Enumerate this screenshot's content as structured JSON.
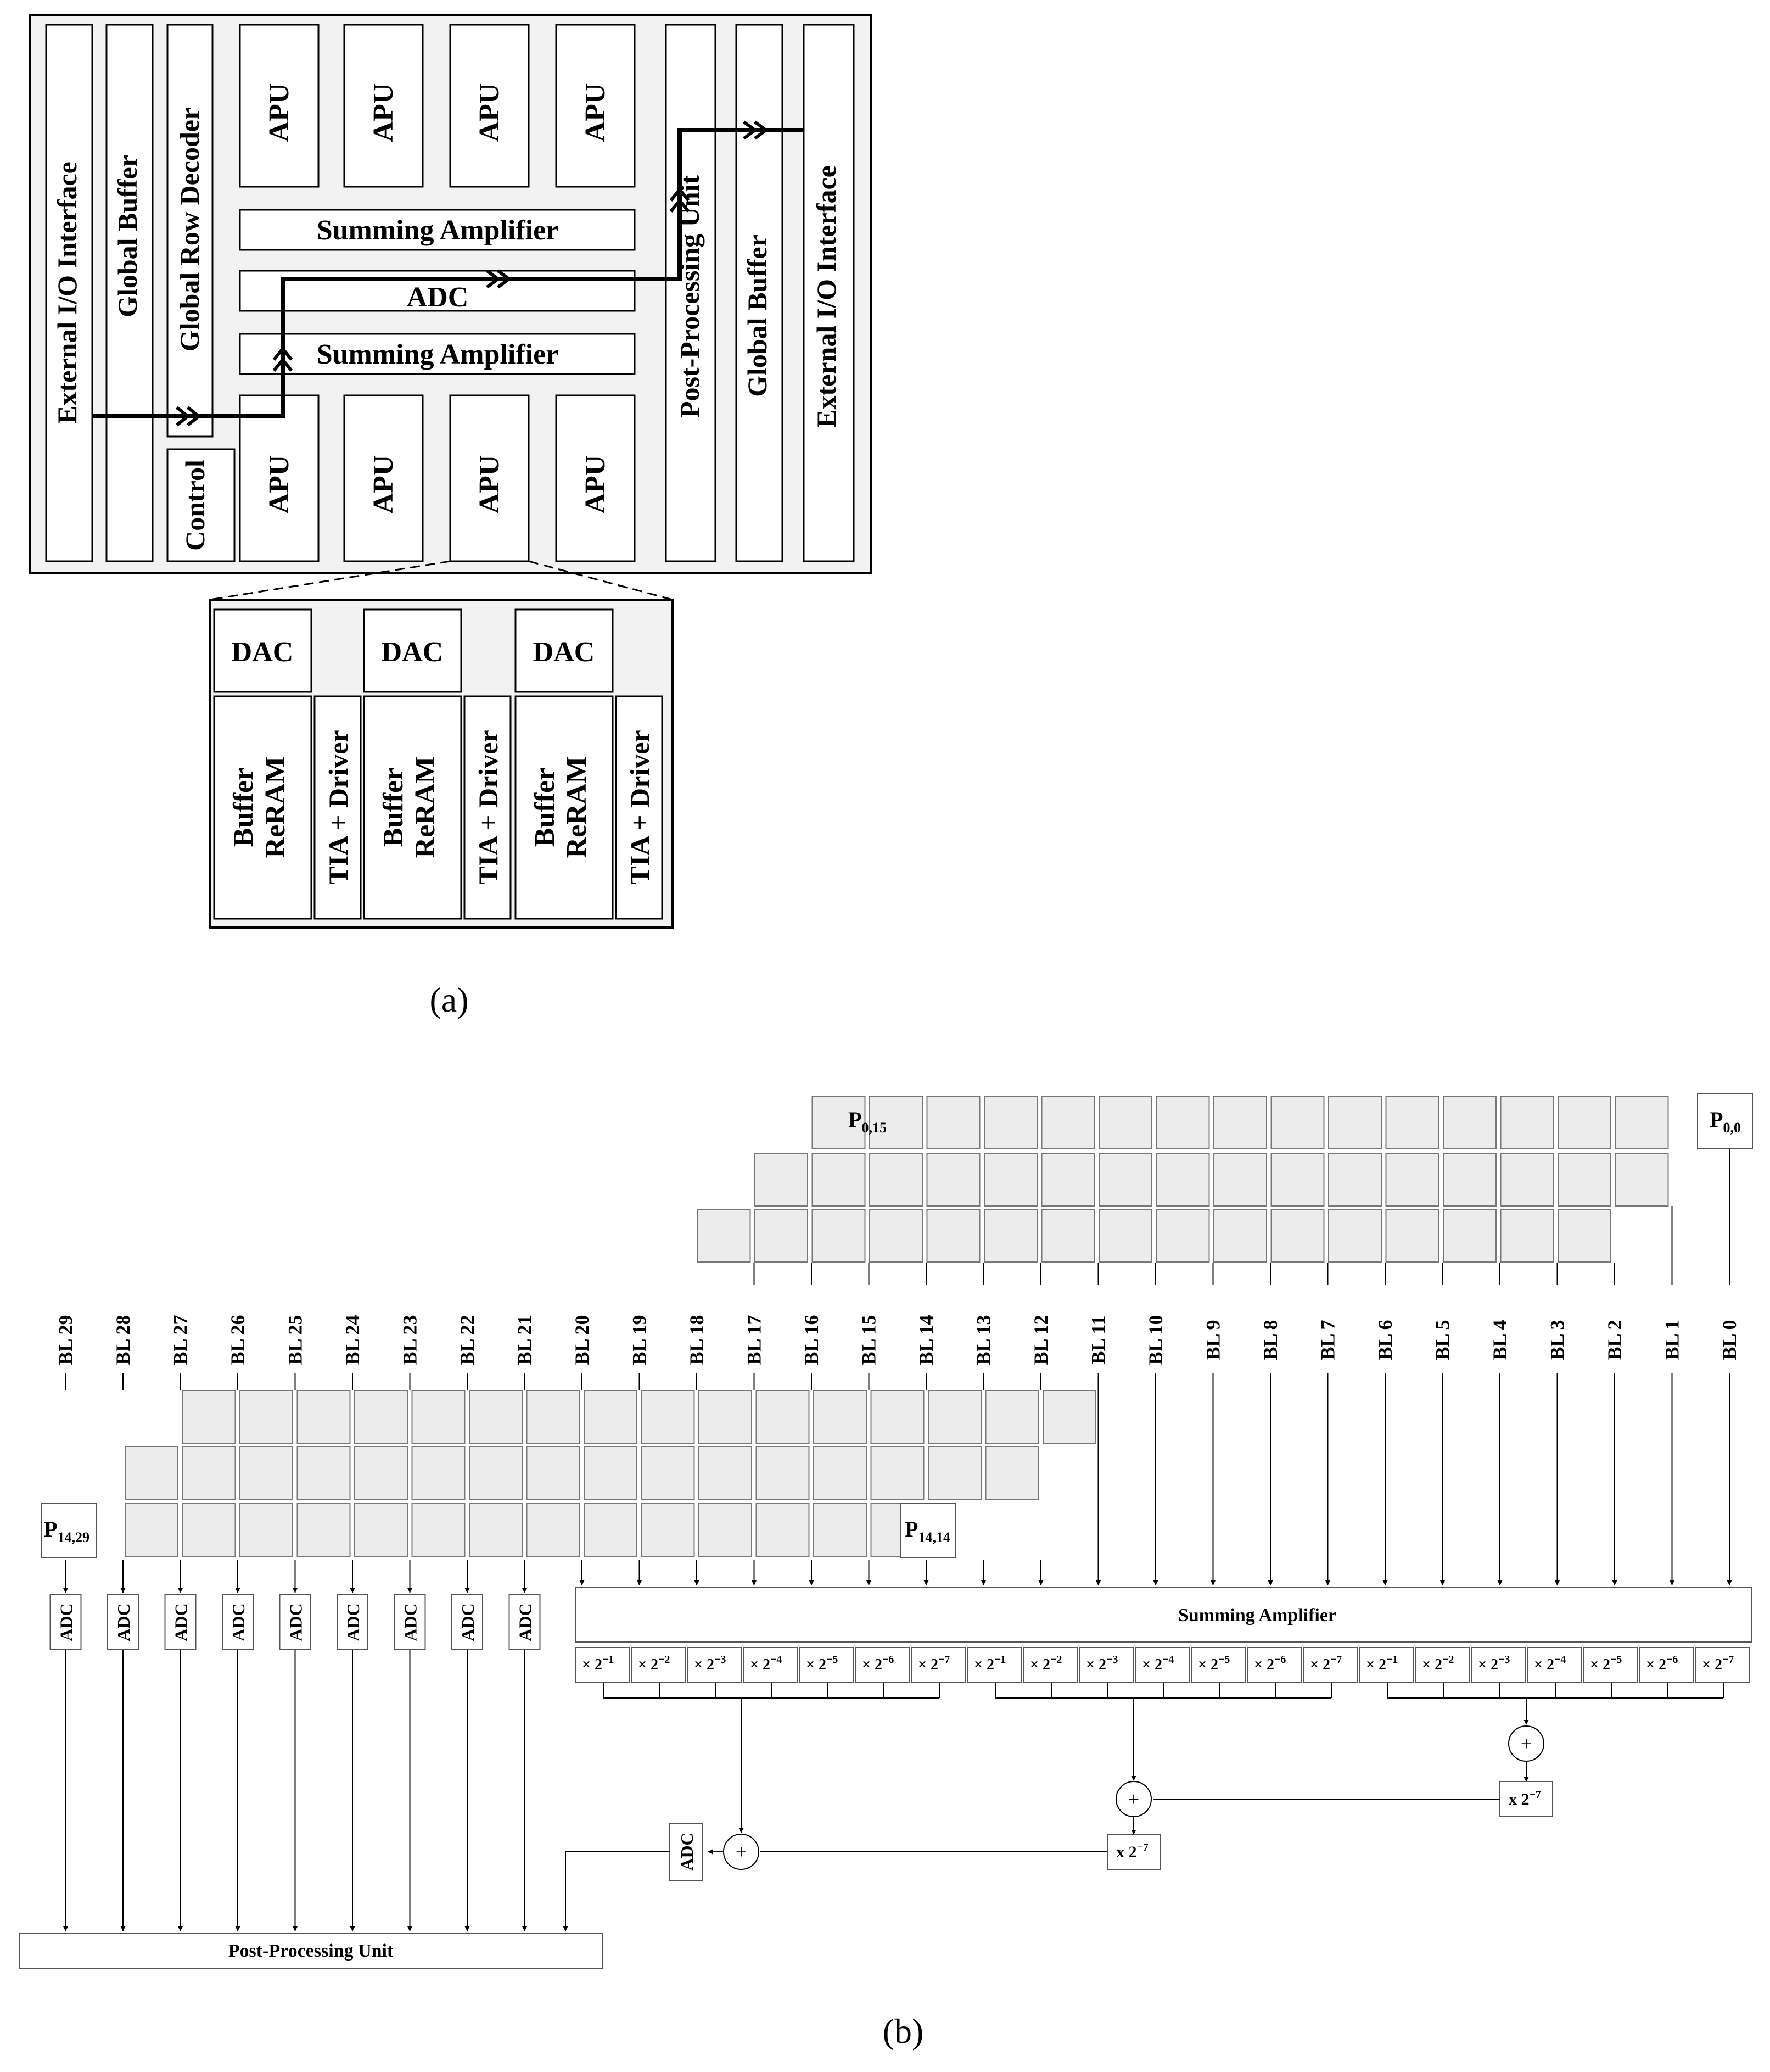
{
  "panel_a": {
    "caption": "(a)",
    "left_external_io": "External I/O Interface",
    "left_global_buffer": "Global Buffer",
    "global_row_decoder": "Global Row Decoder",
    "control": "Control",
    "apu_label": "APU",
    "summing_amplifier_top": "Summing Amplifier",
    "adc": "ADC",
    "summing_amplifier_bottom": "Summing Amplifier",
    "post_processing_unit": "Post-Processing Unit",
    "right_global_buffer": "Global Buffer",
    "right_external_io": "External I/O Interface",
    "apu_detail": {
      "dac": [
        "DAC",
        "DAC",
        "DAC"
      ],
      "reram_line1": "Buffer",
      "reram_line2": "ReRAM",
      "tia": "TIA + Driver"
    }
  },
  "panel_b": {
    "caption": "(b)",
    "p00": {
      "main": "P",
      "sub": "0,0"
    },
    "p015": {
      "main": "P",
      "sub": "0,15"
    },
    "p1414": {
      "main": "P",
      "sub": "14,14"
    },
    "p1429": {
      "main": "P",
      "sub": "14,29"
    },
    "bitlines": [
      "BL 29",
      "BL 28",
      "BL 27",
      "BL 26",
      "BL 25",
      "BL 24",
      "BL 23",
      "BL 22",
      "BL 21",
      "BL 20",
      "BL 19",
      "BL 18",
      "BL 17",
      "BL 16",
      "BL 15",
      "BL 14",
      "BL 13",
      "BL 12",
      "BL 11",
      "BL 10",
      "BL 9",
      "BL 8",
      "BL 7",
      "BL 6",
      "BL 5",
      "BL 4",
      "BL 3",
      "BL 2",
      "BL 1",
      "BL 0"
    ],
    "adc": "ADC",
    "summing_amplifier": "Summing Amplifier",
    "scale_prefix": "× 2",
    "scale_exponents": [
      "−1",
      "−2",
      "−3",
      "−4",
      "−5",
      "−6",
      "−7"
    ],
    "plus": "+",
    "shift_prefix": "x 2",
    "shift_exponent": "−7",
    "post_processing_unit": "Post-Processing Unit"
  }
}
